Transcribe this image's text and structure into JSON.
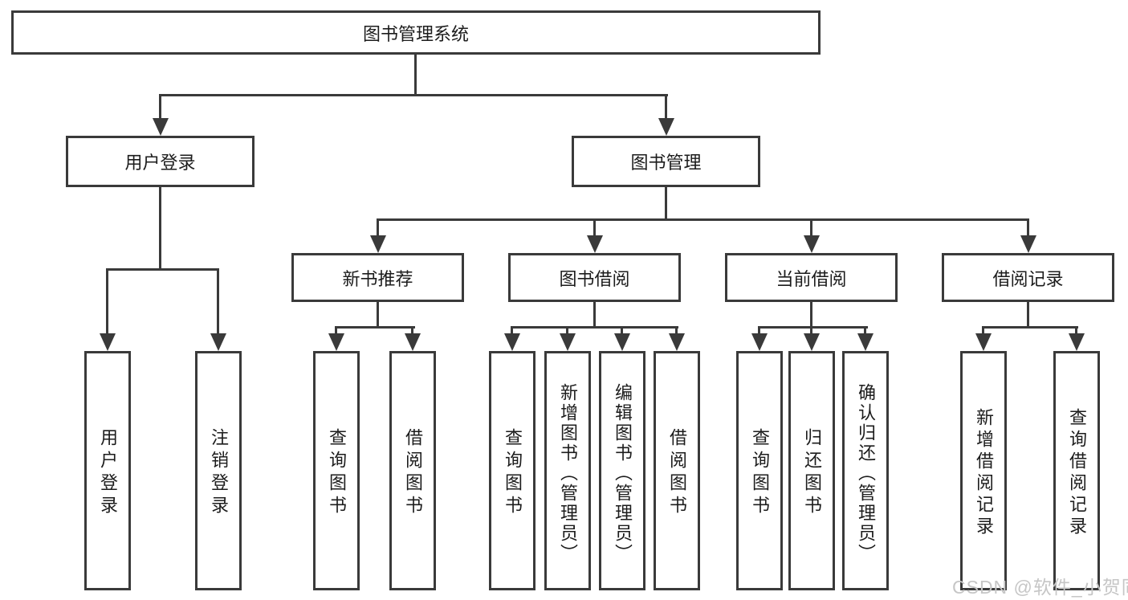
{
  "tree": {
    "root": {
      "label": "图书管理系统",
      "children": [
        {
          "label": "用户登录",
          "children": [
            {
              "label": "用户登录"
            },
            {
              "label": "注销登录"
            }
          ]
        },
        {
          "label": "图书管理",
          "children": [
            {
              "label": "新书推荐",
              "children": [
                {
                  "label": "查询图书"
                },
                {
                  "label": "借阅图书"
                }
              ]
            },
            {
              "label": "图书借阅",
              "children": [
                {
                  "label": "查询图书"
                },
                {
                  "label": "新增图书（管理员）"
                },
                {
                  "label": "编辑图书（管理员）"
                },
                {
                  "label": "借阅图书"
                }
              ]
            },
            {
              "label": "当前借阅",
              "children": [
                {
                  "label": "查询图书"
                },
                {
                  "label": "归还图书"
                },
                {
                  "label": "确认归还（管理员）"
                }
              ]
            },
            {
              "label": "借阅记录",
              "children": [
                {
                  "label": "新增借阅记录"
                },
                {
                  "label": "查询借阅记录"
                }
              ]
            }
          ]
        }
      ]
    }
  },
  "watermark": {
    "text": "CSDN @软件_小贺同学",
    "color": "#c6c6c6"
  },
  "colors": {
    "line": "#3a3a3a",
    "box_border": "#3a3a3a",
    "box_fill": "#ffffff",
    "text": "#1c1c1c",
    "background": "#ffffff"
  }
}
